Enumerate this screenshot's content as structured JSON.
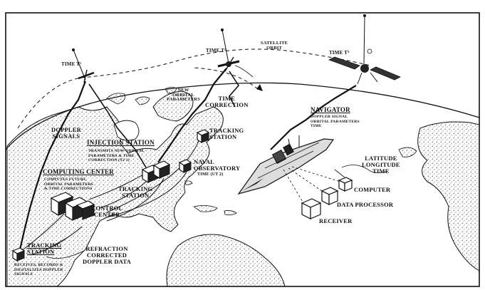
{
  "labels": {
    "time_t1": "TIME T¹",
    "time_t2": "TIME T²",
    "time_t3": "TIME T³",
    "satellite_orbit": "SATELLITE\nORBIT",
    "new_orbital_parameters": "NEW\nORBITAL\nPARAMETERS",
    "time_correction": "TIME\nCORRECTION",
    "doppler_signals": "DOPPLER\nSIGNALS",
    "injection_station": "INJECTION STATION",
    "injection_station_desc": "TRANSMITS NEW ORBITAL\nPARAMETERS & TIME\nCORRECTION (T2 3)",
    "computing_center": "COMPUTING CENTER",
    "computing_center_desc": "COMPUTES FUTURE\nORBITAL PARAMETERS\n& TIME CORRECTIONS",
    "tracking_station_mid": "TRACKING\nSTATION",
    "control_center": "CONTROL\nCENTER",
    "tracking_station_upper": "TRACKING\nSTATION",
    "naval_observatory": "NAVAL\nOBSERVATORY",
    "naval_observatory_desc": "TIME (UT 2)",
    "navigator": "NAVIGATOR",
    "navigator_desc": "DOPPLER SIGNAL\nORBITAL PARAMETERS\nTIME",
    "latitude_longitude_time": "LATITUDE\nLONGITUDE\nTIME",
    "computer": "COMPUTER",
    "data_processor": "DATA PROCESSOR",
    "receiver": "RECEIVER",
    "tracking_station_bottom": "TRACKING\nSTATION",
    "tracking_station_bottom_desc": "RECEIVES, RECORDS &\nDIGITALIZES DOPPLER\nSIGNALS",
    "refraction_corrected": "REFRACTION\nCORRECTED\nDOPPLER DATA"
  }
}
